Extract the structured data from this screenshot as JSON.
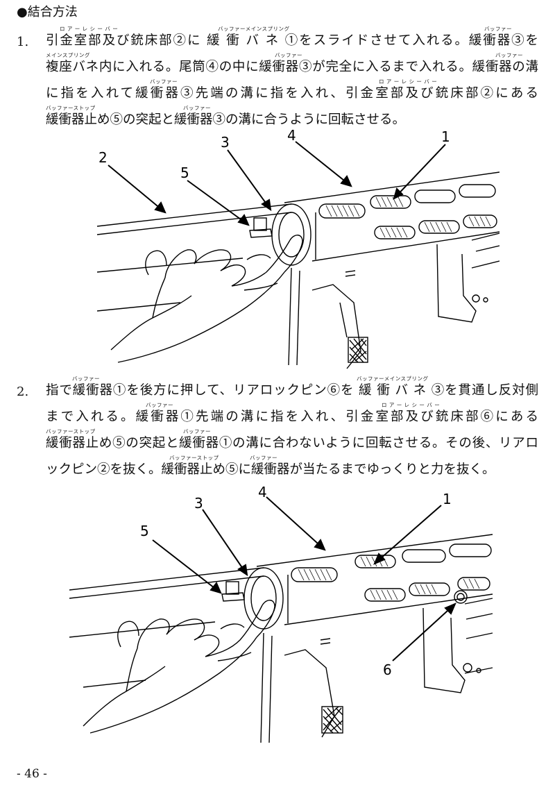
{
  "heading": "●結合方法",
  "steps": [
    {
      "number": "1.",
      "lines": [
        "引金室部及び銃床部②に 緩 衝 バ ネ ①をスライドさせて入れる。緩衝器③を",
        "複座バネ内に入れる。尾筒④の中に緩衝器③が完全に入るまで入れる。緩衝器の溝",
        "に指を入れて緩衝器③先端の溝に指を入れ、引金室部及び銃床部②にある",
        "緩衝器止め⑤の突起と緩衝器③の溝に合うように回転させる。"
      ],
      "rubies": [
        "ロ ア ー レ シ ー バ ー",
        "バッファーメインスプリング",
        "バッファー",
        "メインスプリング",
        "バッファー",
        "バッファー",
        "バッファー",
        "ロ ア ー レ シ ー バ ー",
        "バッファーストップ",
        "バッファー"
      ]
    },
    {
      "number": "2.",
      "lines": [
        "指で緩衝器①を後方に押して、リアロックピン⑥を 緩 衝 バ ネ ③を貫通し反対側",
        "まで入れる。緩衝器①先端の溝に指を入れ、引金室部及び銃床部⑥にある",
        "緩衝器止め⑤の突起と緩衝器①の溝に合わないように回転させる。その後、リアロ",
        "ックピン②を抜く。緩衝器止め⑤に緩衝器が当たるまでゆっくりと力を抜く。"
      ],
      "rubies": [
        "バッファー",
        "バッファーメインスプリング",
        "バッファー",
        "ロ ア ー レ シ ー バ ー",
        "バッファーストップ",
        "バッファー",
        "バッファーストップ",
        "バッファー"
      ]
    }
  ],
  "figure1": {
    "callouts": [
      "1",
      "2",
      "3",
      "4",
      "5"
    ]
  },
  "figure2": {
    "callouts": [
      "1",
      "3",
      "4",
      "5",
      "6"
    ]
  },
  "page_number": "- 46 -"
}
